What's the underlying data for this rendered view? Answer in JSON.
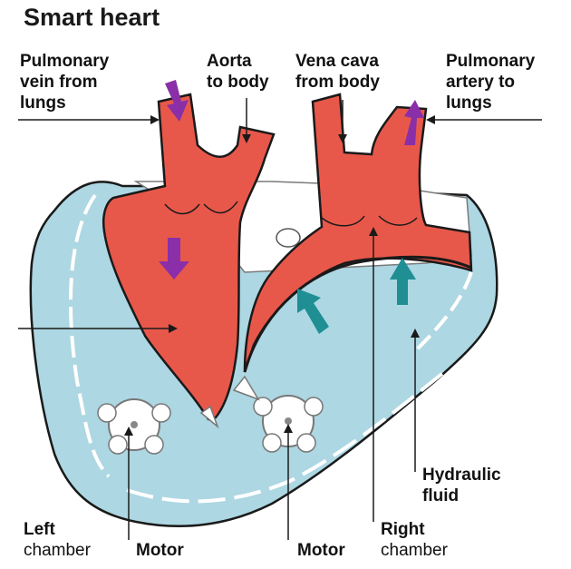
{
  "title": "Smart heart",
  "labels": {
    "pulmonary_vein": [
      "Pulmonary",
      "vein from",
      "lungs"
    ],
    "aorta": [
      "Aorta",
      "to body"
    ],
    "vena_cava": [
      "Vena cava",
      "from body"
    ],
    "pulmonary_artery": [
      "Pulmonary",
      "artery to",
      "lungs"
    ],
    "hydraulic_fluid": [
      "Hydraulic",
      "fluid"
    ],
    "left_chamber": [
      "Left",
      "chamber"
    ],
    "motor_left": "Motor",
    "motor_right": "Motor",
    "right_chamber": [
      "Right",
      "chamber"
    ]
  },
  "colors": {
    "vessel": "#e8584a",
    "housing": "#add7e2",
    "outline": "#1a1a1a",
    "flow_arrow_purple": "#8a2fa8",
    "flow_arrow_teal": "#1f8f94"
  }
}
